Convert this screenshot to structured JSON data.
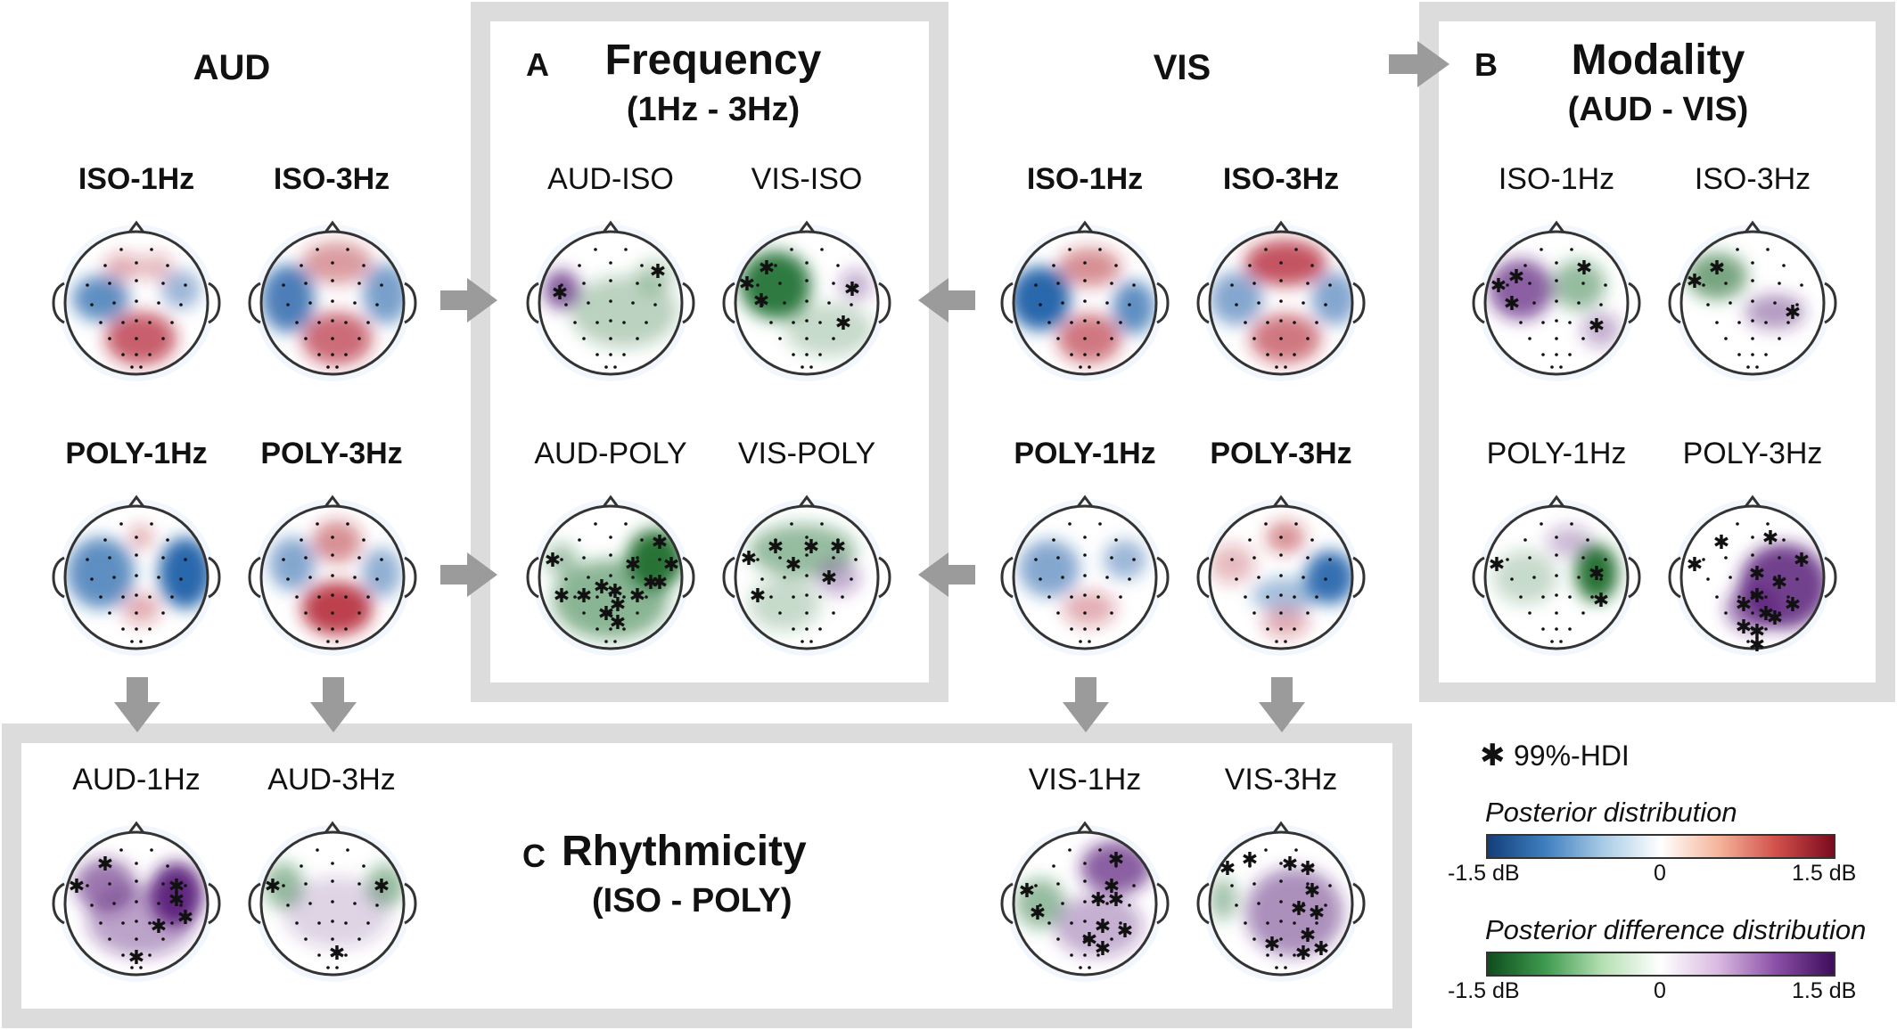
{
  "colors": {
    "box_border": "#dcdcdc",
    "arrow": "#9b9b9b",
    "posterior_neg": "#1f5fa8",
    "posterior_pos": "#b01e2e",
    "diff_neg": "#1b6b2d",
    "diff_pos": "#5a1f7a"
  },
  "headers": {
    "aud": "AUD",
    "vis": "VIS"
  },
  "panels": {
    "a": {
      "letter": "A",
      "title": "Frequency",
      "subtitle": "(1Hz - 3Hz)"
    },
    "b": {
      "letter": "B",
      "title": "Modality",
      "subtitle": "(AUD - VIS)"
    },
    "c": {
      "letter": "C",
      "title": "Rhythmicity",
      "subtitle": "(ISO - POLY)"
    }
  },
  "labels": {
    "aud_iso_1hz": "ISO-1Hz",
    "aud_iso_3hz": "ISO-3Hz",
    "aud_poly_1hz": "POLY-1Hz",
    "aud_poly_3hz": "POLY-3Hz",
    "vis_iso_1hz": "ISO-1Hz",
    "vis_iso_3hz": "ISO-3Hz",
    "vis_poly_1hz": "POLY-1Hz",
    "vis_poly_3hz": "POLY-3Hz",
    "a_aud_iso": "AUD-ISO",
    "a_vis_iso": "VIS-ISO",
    "a_aud_poly": "AUD-POLY",
    "a_vis_poly": "VIS-POLY",
    "b_iso_1hz": "ISO-1Hz",
    "b_iso_3hz": "ISO-3Hz",
    "b_poly_1hz": "POLY-1Hz",
    "b_poly_3hz": "POLY-3Hz",
    "c_aud_1hz": "AUD-1Hz",
    "c_aud_3hz": "AUD-3Hz",
    "c_vis_1hz": "VIS-1Hz",
    "c_vis_3hz": "VIS-3Hz"
  },
  "legend": {
    "hdi_symbol": "✱",
    "hdi_label": "99%-HDI",
    "posterior_title": "Posterior distribution",
    "difference_title": "Posterior difference distribution",
    "tick_min": "-1.5 dB",
    "tick_mid": "0",
    "tick_max": "1.5 dB"
  }
}
